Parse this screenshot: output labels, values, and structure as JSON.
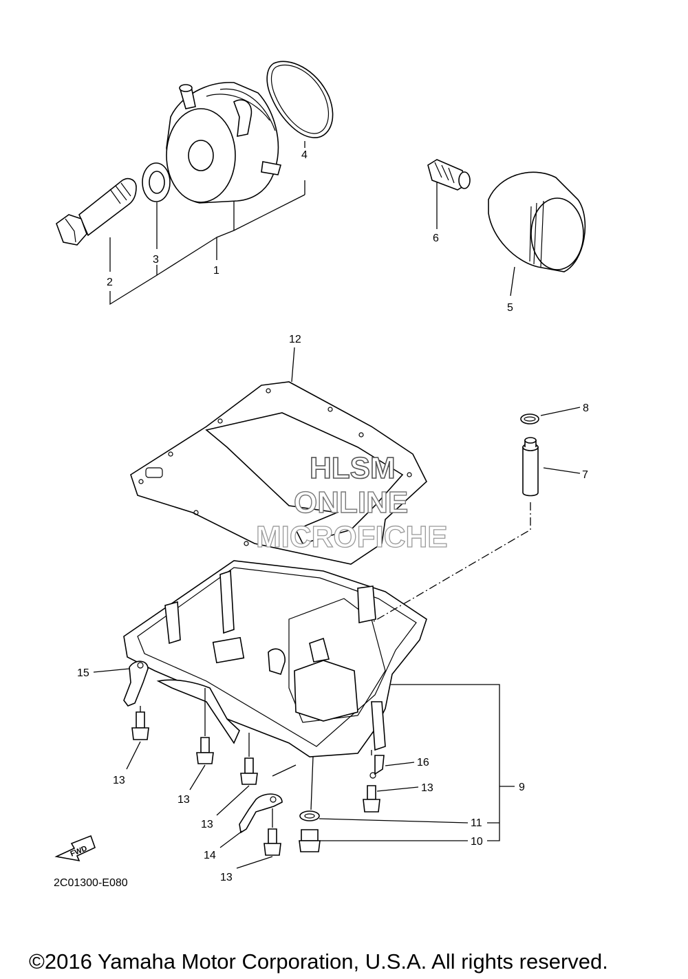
{
  "diagram_code": "2C01300-E080",
  "copyright": "©2016 Yamaha Motor Corporation, U.S.A. All rights reserved.",
  "watermark": [
    "HLSM",
    "ONLINE",
    "MICROFICHE"
  ],
  "fwd_label": "FWD",
  "callouts": [
    "1",
    "2",
    "3",
    "4",
    "5",
    "6",
    "7",
    "8",
    "9",
    "10",
    "11",
    "12",
    "13",
    "13",
    "13",
    "13",
    "13",
    "14",
    "15",
    "16"
  ]
}
